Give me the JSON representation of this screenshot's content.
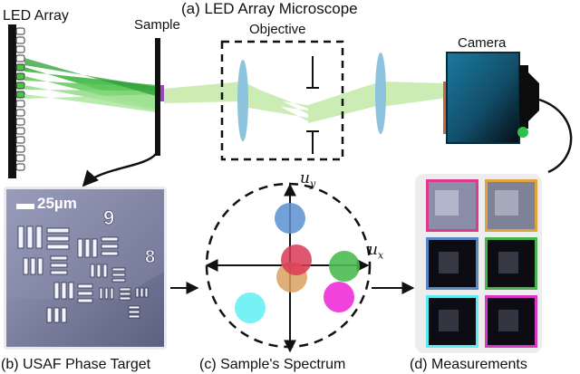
{
  "title": "(a) LED Array Microscope",
  "labels": {
    "led_array": "LED Array",
    "sample": "Sample",
    "objective": "Objective",
    "camera": "Camera",
    "scale": "25µm"
  },
  "axes": {
    "uy_base": "u",
    "uy_sub": "y",
    "ux_base": "u",
    "ux_sub": "x"
  },
  "captions": {
    "b": "(b) USAF Phase Target",
    "c": "(c) Sample's Spectrum",
    "d": "(d) Measurements"
  },
  "usaf_digits": {
    "group9": "9",
    "group8": "8"
  },
  "colors": {
    "beam_green": "#4cc24a",
    "lens_blue": "#8dc3dc",
    "camera_teal": "#1a6a8a",
    "spectrum_blue": "#5b8fd0",
    "spectrum_red": "#d93a56",
    "spectrum_orange": "#dba060",
    "spectrum_green": "#4cba52",
    "spectrum_magenta": "#f02ed8",
    "spectrum_cyan": "#6ff0f4",
    "measurement_panel": "#ededed"
  },
  "spectrum_circles": [
    {
      "name": "top",
      "color": "#5b8fd0"
    },
    {
      "name": "center",
      "color": "#d93a56"
    },
    {
      "name": "lower",
      "color": "#dba060"
    },
    {
      "name": "right",
      "color": "#4cba52"
    },
    {
      "name": "magenta",
      "color": "#f02ed8"
    },
    {
      "name": "cyan",
      "color": "#6ff0f4"
    }
  ],
  "measurement_frames": [
    {
      "name": "magenta",
      "color": "#e0388e"
    },
    {
      "name": "orange",
      "color": "#e0a23c"
    },
    {
      "name": "blue",
      "color": "#5a86c8"
    },
    {
      "name": "green",
      "color": "#48b44c"
    },
    {
      "name": "cyan",
      "color": "#5eeaf2"
    },
    {
      "name": "pink",
      "color": "#d838c8"
    }
  ]
}
